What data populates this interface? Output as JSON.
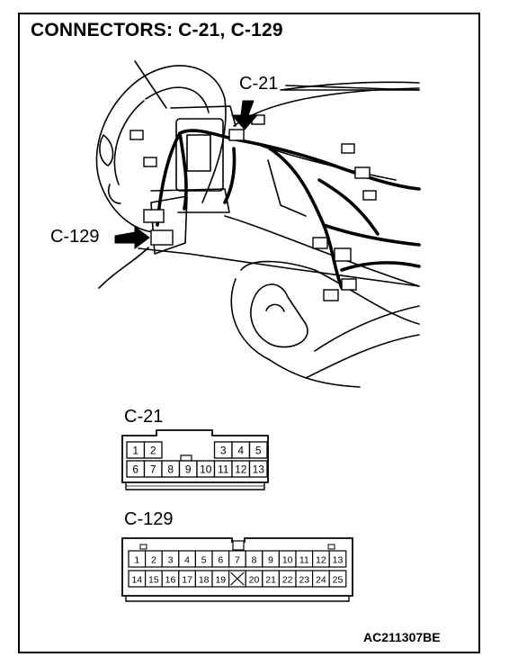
{
  "title": "CONNECTORS: C-21, C-129",
  "figure_code": "AC211307BE",
  "callouts": {
    "c21": "C-21",
    "c129": "C-129"
  },
  "c21": {
    "label": "C-21",
    "top_row": [
      "1",
      "2",
      "",
      "",
      "",
      "3",
      "4",
      "5"
    ],
    "bottom_row": [
      "6",
      "7",
      "8",
      "9",
      "10",
      "11",
      "12",
      "13"
    ]
  },
  "c129": {
    "label": "C-129",
    "top_row": [
      "1",
      "2",
      "3",
      "4",
      "5",
      "6",
      "7",
      "8",
      "9",
      "10",
      "11",
      "12",
      "13"
    ],
    "bottom_row": [
      "14",
      "15",
      "16",
      "17",
      "18",
      "19",
      "",
      "20",
      "21",
      "22",
      "23",
      "24",
      "25"
    ]
  }
}
